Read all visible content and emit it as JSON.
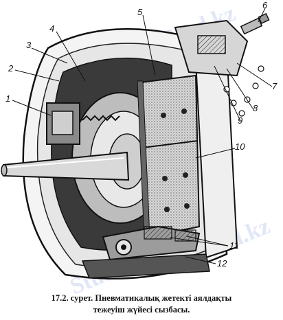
{
  "callouts": [
    "1",
    "2",
    "3",
    "4",
    "5",
    "6",
    "7",
    "8",
    "9",
    "10",
    "11",
    "12"
  ],
  "caption": {
    "line1": "17.2. сурет. Пневматикалық жетекті аялдақты",
    "line2": "тежеуіш жүйесі сызбасы."
  },
  "watermark": "Stud.kz",
  "colors": {
    "ink": "#111111",
    "lining": "#9a9a9a",
    "background": "#ffffff",
    "watermark": "#b5c2ea"
  }
}
